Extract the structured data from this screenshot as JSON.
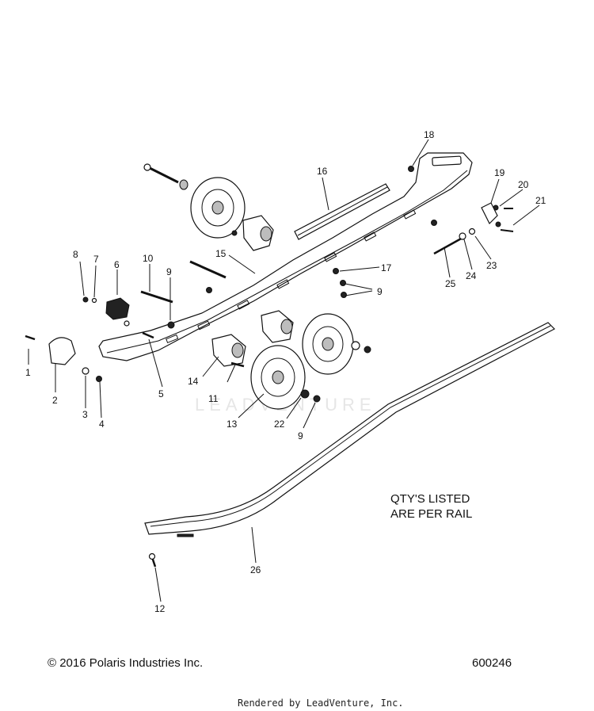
{
  "watermark": "LEADVENTURE",
  "note": {
    "line1": "QTY'S LISTED",
    "line2": "ARE PER RAIL"
  },
  "footer": {
    "copyright": "© 2016 Polaris Industries Inc.",
    "diagram_number": "600246",
    "rendered_by": "Rendered by LeadVenture, Inc."
  },
  "callouts": [
    {
      "id": "c1",
      "text": "1"
    },
    {
      "id": "c2",
      "text": "2"
    },
    {
      "id": "c3",
      "text": "3"
    },
    {
      "id": "c4",
      "text": "4"
    },
    {
      "id": "c5",
      "text": "5"
    },
    {
      "id": "c6",
      "text": "6"
    },
    {
      "id": "c7",
      "text": "7"
    },
    {
      "id": "c8",
      "text": "8"
    },
    {
      "id": "c9a",
      "text": "9"
    },
    {
      "id": "c9b",
      "text": "9"
    },
    {
      "id": "c9c",
      "text": "9"
    },
    {
      "id": "c10",
      "text": "10"
    },
    {
      "id": "c11",
      "text": "11"
    },
    {
      "id": "c12",
      "text": "12"
    },
    {
      "id": "c13",
      "text": "13"
    },
    {
      "id": "c14",
      "text": "14"
    },
    {
      "id": "c15",
      "text": "15"
    },
    {
      "id": "c16",
      "text": "16"
    },
    {
      "id": "c17",
      "text": "17"
    },
    {
      "id": "c18",
      "text": "18"
    },
    {
      "id": "c19",
      "text": "19"
    },
    {
      "id": "c20",
      "text": "20"
    },
    {
      "id": "c21",
      "text": "21"
    },
    {
      "id": "c22",
      "text": "22"
    },
    {
      "id": "c23",
      "text": "23"
    },
    {
      "id": "c24",
      "text": "24"
    },
    {
      "id": "c25",
      "text": "25"
    },
    {
      "id": "c26",
      "text": "26"
    }
  ]
}
